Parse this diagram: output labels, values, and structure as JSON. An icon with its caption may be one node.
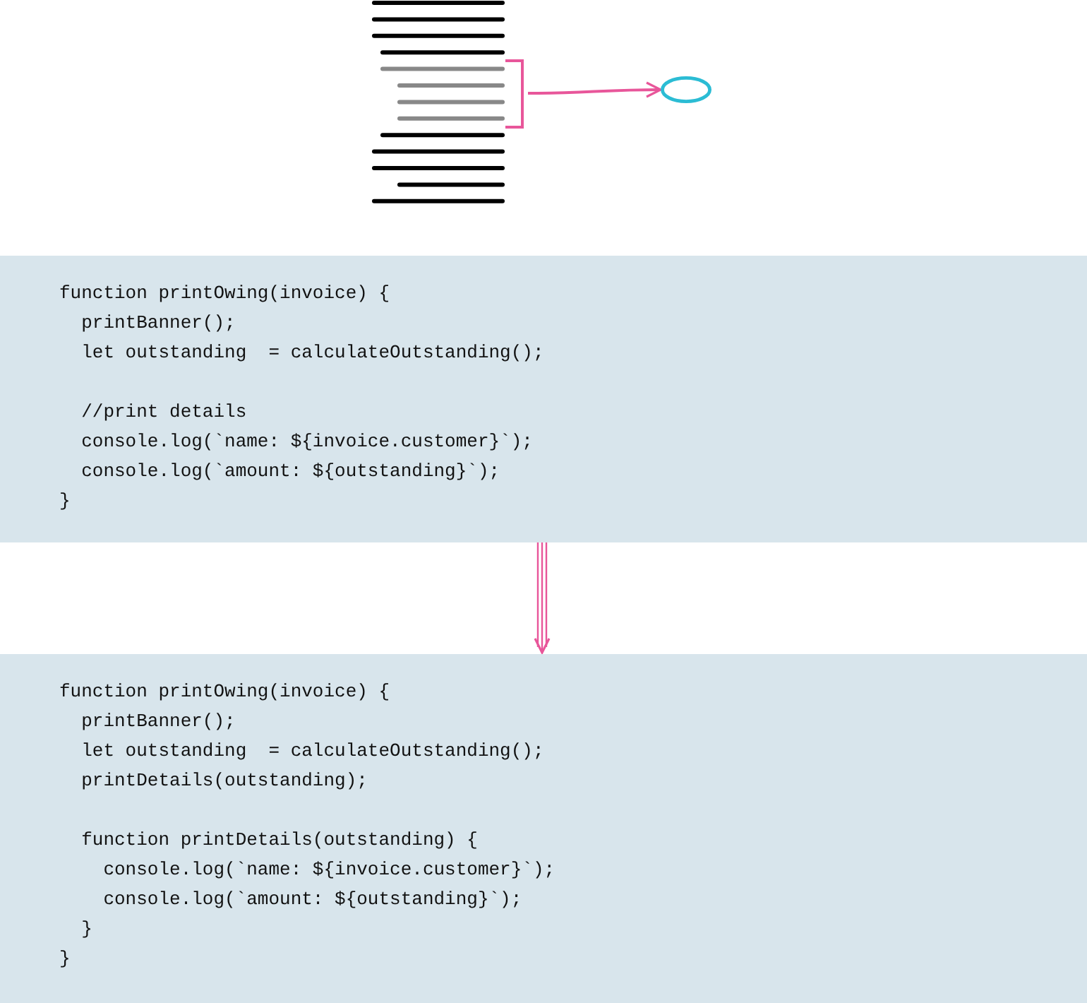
{
  "diagram": {
    "nodes": [
      {
        "text": [],
        "shape": "picture"
      },
      {
        "text": [],
        "shape": "ellipse"
      },
      {
        "text": [
          "function printOwing(invoice) {",
          "  printBanner();",
          "  let outstanding  = calculateOutstanding();",
          "  //print details",
          "  console.log(`name: ${invoice.customer}`);",
          "  console.log(`amount: ${outstanding}`);",
          "}"
        ]
      },
      {
        "text": [
          "function printOwing(invoice) {",
          "  printBanner();",
          "  let outstanding  = calculateOutstanding();",
          "  printDetails(outstanding);",
          "  function printDetails(outstanding) {",
          "    console.log(`name: ${invoice.customer}`);",
          "    console.log(`amount: ${outstanding}`);",
          "  }",
          "}"
        ]
      }
    ],
    "edges": [
      {
        "from": 0,
        "to": 1,
        "arrow": "to"
      },
      {
        "from": 2,
        "to": 3,
        "arrow": "to"
      }
    ]
  }
}
